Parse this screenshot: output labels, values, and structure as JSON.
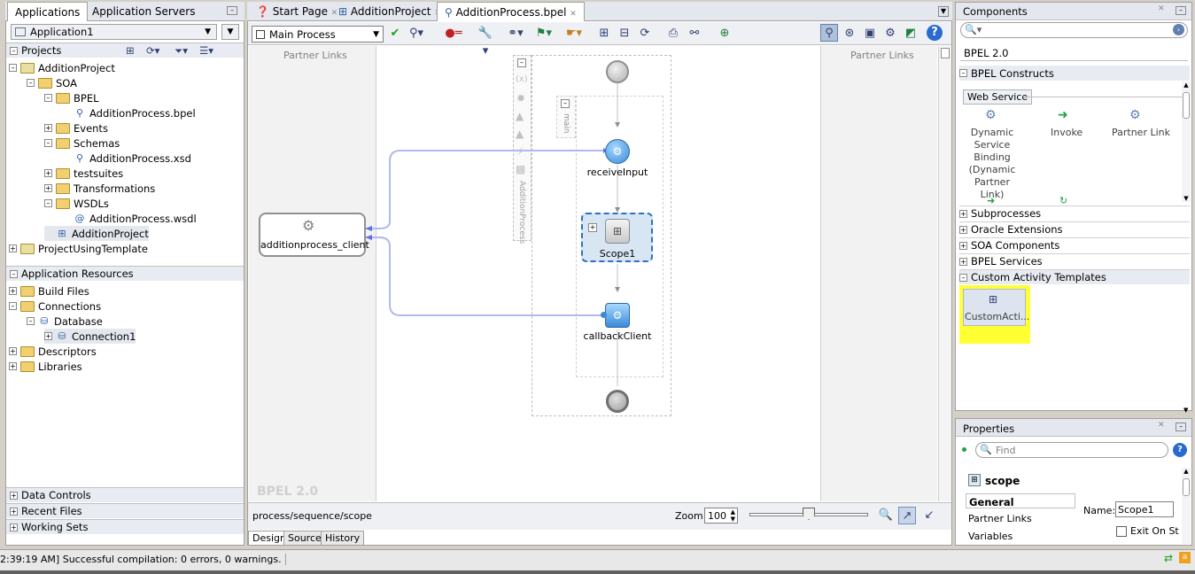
{
  "left_panel": {
    "tabs": [
      "Applications",
      "Application Servers"
    ],
    "app_selector": "Application1",
    "projects_header": "Projects",
    "tree": [
      {
        "label": "AdditionProject",
        "indent": 0,
        "icon": "project"
      },
      {
        "label": "SOA",
        "indent": 1,
        "icon": "folder"
      },
      {
        "label": "BPEL",
        "indent": 2,
        "icon": "folder"
      },
      {
        "label": "AdditionProcess.bpel",
        "indent": 3,
        "icon": "bpel"
      },
      {
        "label": "Events",
        "indent": 2,
        "icon": "folder"
      },
      {
        "label": "Schemas",
        "indent": 2,
        "icon": "folder"
      },
      {
        "label": "AdditionProcess.xsd",
        "indent": 3,
        "icon": "xsd"
      },
      {
        "label": "testsuites",
        "indent": 2,
        "icon": "folder"
      },
      {
        "label": "Transformations",
        "indent": 2,
        "icon": "folder"
      },
      {
        "label": "WSDLs",
        "indent": 2,
        "icon": "folder"
      },
      {
        "label": "AdditionProcess.wsdl",
        "indent": 3,
        "icon": "wsdl"
      },
      {
        "label": "AdditionProject",
        "indent": 2,
        "icon": "composite"
      },
      {
        "label": "ProjectUsingTemplate",
        "indent": 0,
        "icon": "project"
      }
    ],
    "app_resources_header": "Application Resources",
    "resources": [
      {
        "label": "Build Files",
        "indent": 0
      },
      {
        "label": "Connections",
        "indent": 0
      },
      {
        "label": "Database",
        "indent": 1
      },
      {
        "label": "Connection1",
        "indent": 2
      },
      {
        "label": "Descriptors",
        "indent": 0
      },
      {
        "label": "Libraries",
        "indent": 0
      }
    ],
    "bottom_sections": [
      "Data Controls",
      "Recent Files",
      "Working Sets"
    ]
  },
  "editor": {
    "tabs": [
      "Start Page",
      "AdditionProject",
      "AdditionProcess.bpel"
    ],
    "process_selector": "Main Process",
    "partner_links_label": "Partner Links",
    "client_node": "additionprocess_client",
    "receive_node": "receiveInput",
    "scope_node": "Scope1",
    "callback_node": "callbackClient",
    "main_label": "main",
    "process_label": "AdditionProcess",
    "watermark": "BPEL 2.0",
    "breadcrumb": "process/sequence/scope",
    "zoom_label": "Zoom:",
    "zoom_value": "100",
    "bottom_tabs": [
      "Design",
      "Source",
      "History"
    ]
  },
  "components": {
    "title": "Components",
    "filter_value": "BPEL 2.0",
    "bpel_constructs": "BPEL Constructs",
    "web_service_tab": "Web Service",
    "items": [
      "Dynamic Service Binding (Dynamic Partner Link)",
      "Invoke",
      "Partner Link"
    ],
    "categories": [
      "Subprocesses",
      "Oracle Extensions",
      "SOA Components",
      "BPEL Services",
      "Custom Activity Templates"
    ],
    "custom_item": "CustomActi..."
  },
  "properties": {
    "title": "Properties",
    "find_placeholder": "Find",
    "element": "scope",
    "sections": [
      "General",
      "Partner Links",
      "Variables"
    ],
    "name_label": "Name:",
    "name_value": "Scope1",
    "exit_label": "Exit On St"
  },
  "status": "2:39:19 AM] Successful compilation: 0 errors, 0 warnings.",
  "colors": {
    "highlight": "#ffff33",
    "accent": "#4a90d9"
  }
}
